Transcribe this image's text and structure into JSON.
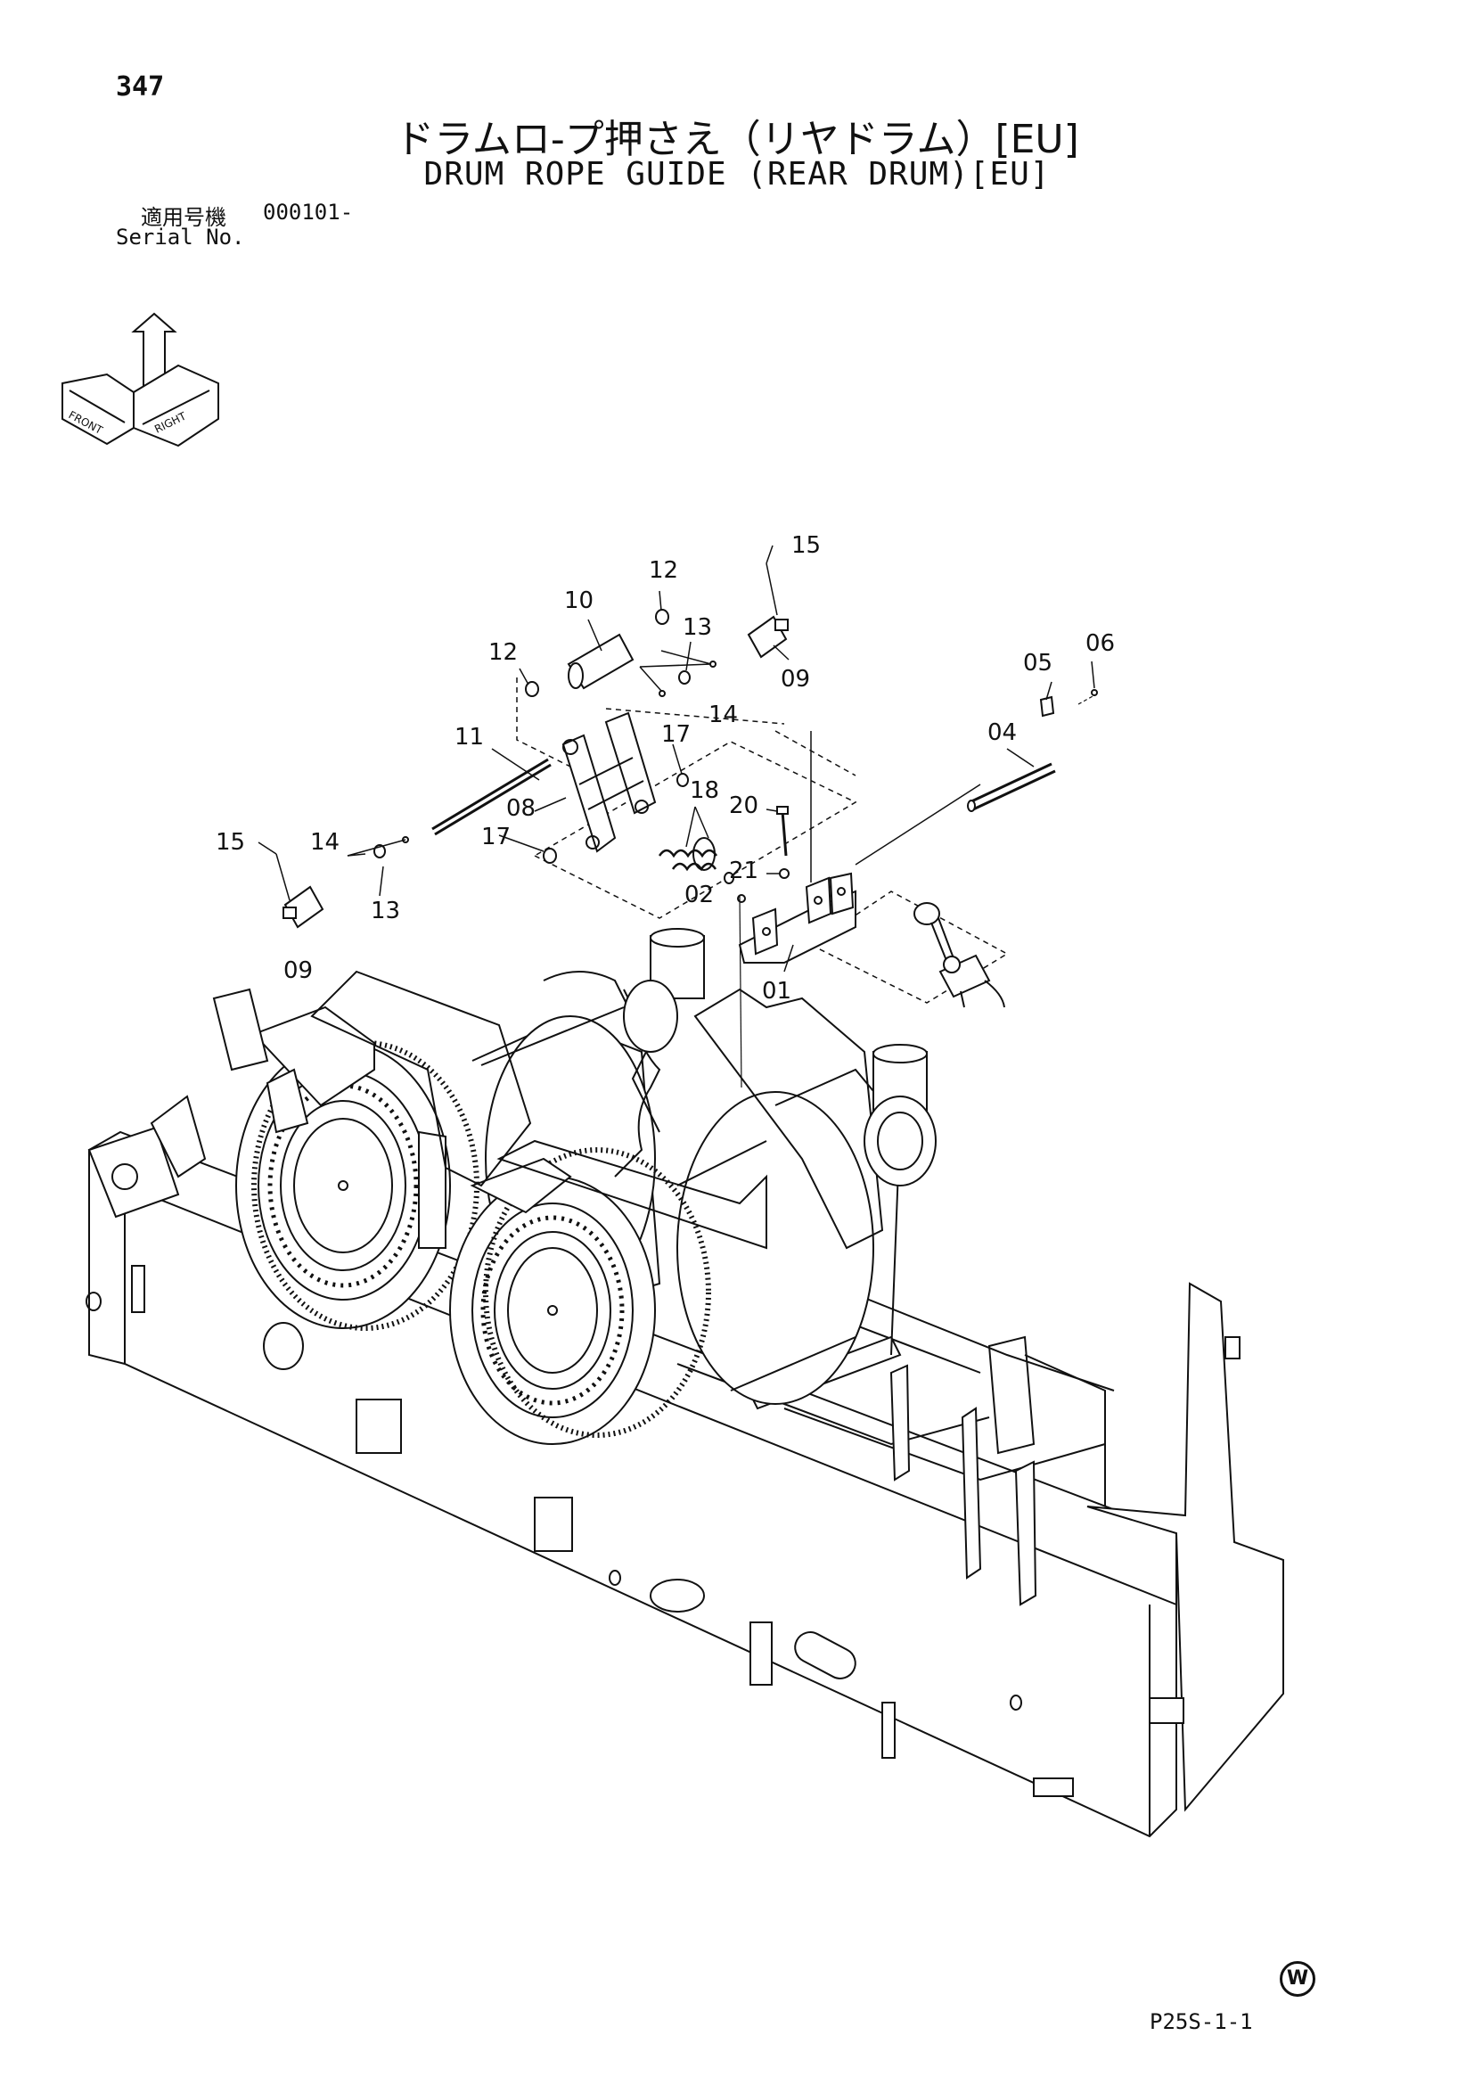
{
  "header": {
    "page_number": "347",
    "title_jp": "ドラムロ-プ押さえ（リヤドラム）[EU]",
    "title_en": "DRUM ROPE GUIDE (REAR DRUM)[EU]",
    "serial_label_jp": "適用号機",
    "serial_value": "000101-",
    "serial_label_en": "Serial No."
  },
  "orientation_arrows": {
    "front": "FRONT",
    "right": "RIGHT"
  },
  "callouts": {
    "c01": "01",
    "c02": "02",
    "c04": "04",
    "c05": "05",
    "c06": "06",
    "c08": "08",
    "c09a": "09",
    "c09b": "09",
    "c10": "10",
    "c11": "11",
    "c12a": "12",
    "c12b": "12",
    "c13a": "13",
    "c13b": "13",
    "c14a": "14",
    "c14b": "14",
    "c15a": "15",
    "c15b": "15",
    "c17a": "17",
    "c17b": "17",
    "c18": "18",
    "c20": "20",
    "c21": "21"
  },
  "footer": {
    "code": "P25S-1-1",
    "mark": "W"
  }
}
